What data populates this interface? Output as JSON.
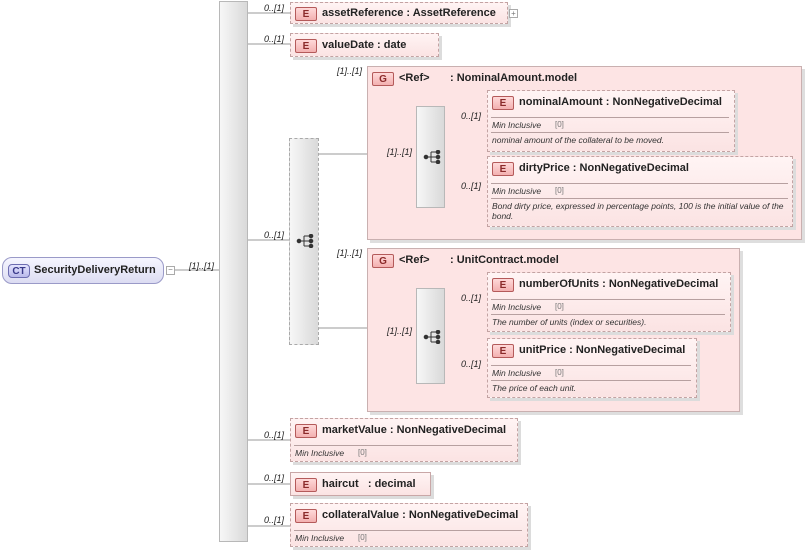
{
  "complex_type": {
    "badge": "CT",
    "name": "SecurityDeliveryReturn",
    "cardinality": "[1]..[1]"
  },
  "element_badge": "E",
  "group_badge": "G",
  "main_sequence": {
    "cardinality_choice": "0..[1]"
  },
  "asset_reference": {
    "cardinality": "0..[1]",
    "name": "assetReference",
    "type": "AssetReference"
  },
  "value_date": {
    "cardinality": "0..[1]",
    "name": "valueDate",
    "type": "date"
  },
  "nominal_group": {
    "cardinality": "[1]..[1]",
    "ref": "<Ref>",
    "model": ": NominalAmount.model",
    "seq_cardinality": "[1]..[1]",
    "nominal_amount": {
      "cardinality": "0..[1]",
      "name": "nominalAmount",
      "type": "NonNegativeDecimal",
      "facet": "Min Inclusive",
      "facet_value": "[0]",
      "doc": "nominal amount of the collateral to be moved."
    },
    "dirty_price": {
      "cardinality": "0..[1]",
      "name": "dirtyPrice",
      "type": "NonNegativeDecimal",
      "facet": "Min Inclusive",
      "facet_value": "[0]",
      "doc": "Bond dirty price, expressed in percentage points, 100 is the initial value of the bond."
    }
  },
  "unit_group": {
    "cardinality": "[1]..[1]",
    "ref": "<Ref>",
    "model": ": UnitContract.model",
    "seq_cardinality": "[1]..[1]",
    "number_of_units": {
      "cardinality": "0..[1]",
      "name": "numberOfUnits",
      "type": "NonNegativeDecimal",
      "facet": "Min Inclusive",
      "facet_value": "[0]",
      "doc": "The number of units (index or securities)."
    },
    "unit_price": {
      "cardinality": "0..[1]",
      "name": "unitPrice",
      "type": "NonNegativeDecimal",
      "facet": "Min Inclusive",
      "facet_value": "[0]",
      "doc": "The price of each unit."
    }
  },
  "market_value": {
    "cardinality": "0..[1]",
    "name": "marketValue",
    "type": "NonNegativeDecimal",
    "facet": "Min Inclusive",
    "facet_value": "[0]"
  },
  "haircut": {
    "cardinality": "0..[1]",
    "name": "haircut",
    "type": "decimal"
  },
  "collateral_value": {
    "cardinality": "0..[1]",
    "name": "collateralValue",
    "type": "NonNegativeDecimal",
    "facet": "Min Inclusive",
    "facet_value": "[0]"
  },
  "colors": {
    "element_fill": "#fbe3e3",
    "element_border": "#c3a3a3",
    "group_fill": "#fde4e4",
    "badge_fill": "#f3b0b0",
    "ct_fill": "#dcdcf2",
    "connector": "#9a9a9a"
  }
}
